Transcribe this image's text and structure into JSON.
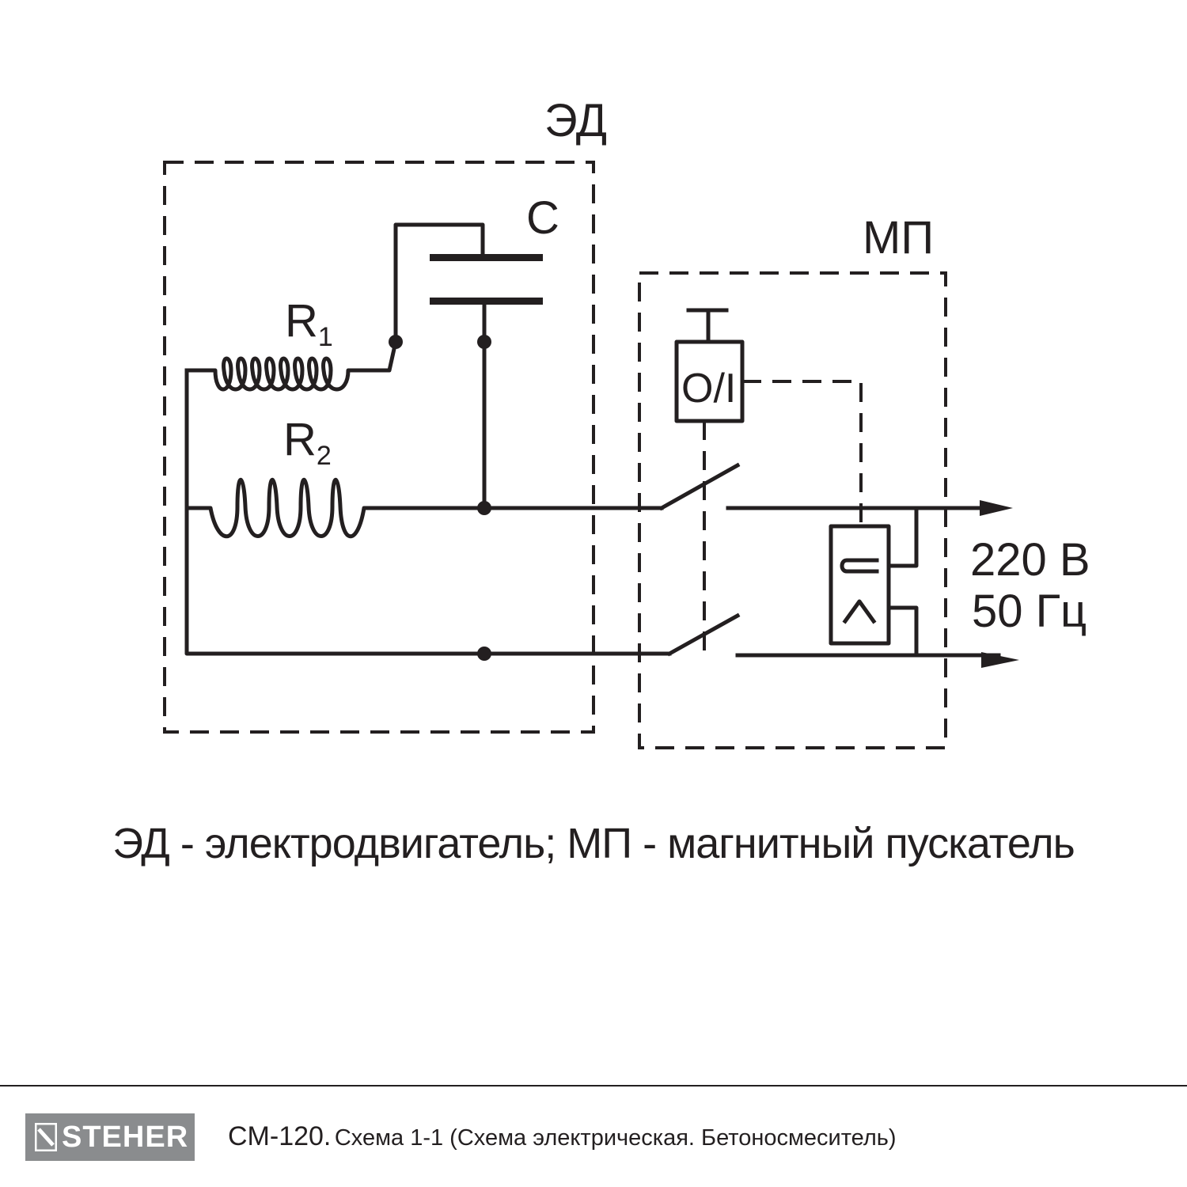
{
  "diagram": {
    "labels": {
      "motor_block": "ЭД",
      "starter_block": "МП",
      "capacitor": "С",
      "winding1_letter": "R",
      "winding1_index": "1",
      "winding2_letter": "R",
      "winding2_index": "2",
      "switch_button": "O/I",
      "voltage": "220 В",
      "frequency": "50 Гц"
    }
  },
  "caption": "ЭД - электродвигатель; МП - магнитный пускатель",
  "footer": {
    "brand": "STEHER",
    "model": "CM-120.",
    "description": "Схема 1-1 (Схема электрическая. Бетоносмеситель)"
  },
  "colors": {
    "ink": "#231f20",
    "logo_background": "#8a8c8e",
    "logo_text": "#ffffff"
  }
}
